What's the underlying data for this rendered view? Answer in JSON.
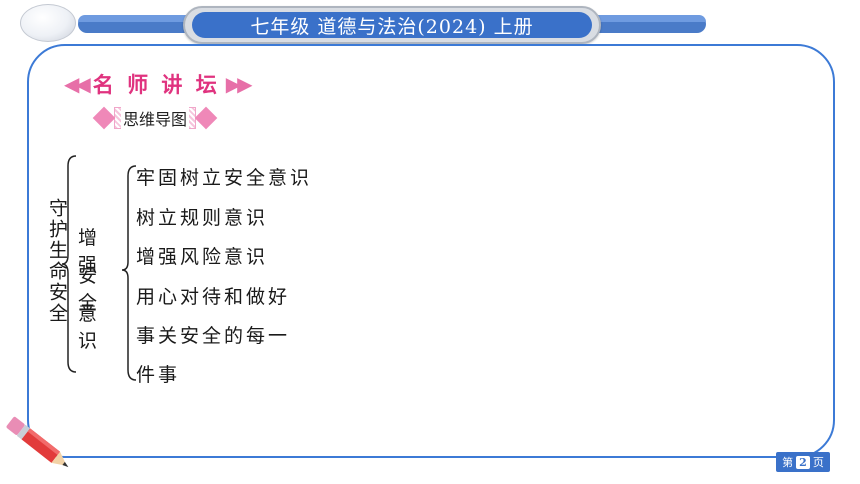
{
  "header": {
    "title": "七年级 道德与法治(2024) 上册"
  },
  "section": {
    "heading": "名 师 讲 坛",
    "tag": "思维导图"
  },
  "mind_map": {
    "root": "守护生命安全",
    "middle": [
      "增强",
      "安全",
      "意识"
    ],
    "leaves": [
      "牢固树立安全意识",
      "树立规则意识",
      "增强风险意识",
      "用心对待和做好",
      "事关安全的每一",
      "件事"
    ]
  },
  "footer": {
    "page_prefix": "第",
    "page_number": "2",
    "page_suffix": "页"
  },
  "colors": {
    "accent_blue": "#3a71c9",
    "heading_pink": "#e0337f"
  }
}
